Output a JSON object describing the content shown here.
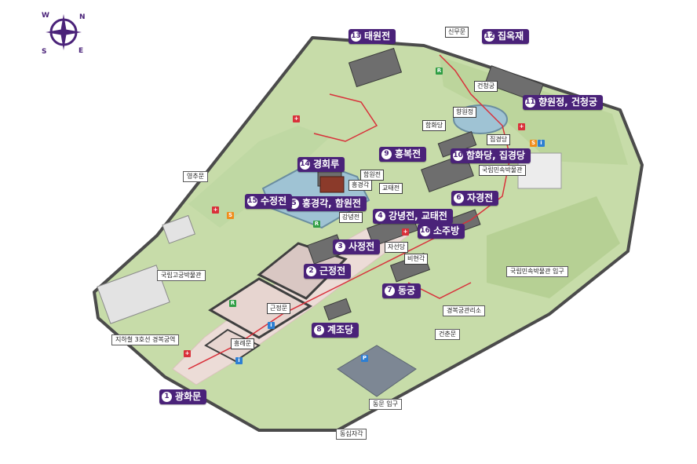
{
  "compass": {
    "icon": "compass-rose-icon",
    "directions": [
      "N",
      "E",
      "S",
      "W"
    ],
    "color": "#4a2279"
  },
  "colors": {
    "accent": "#4a2279",
    "route": "#d9303a",
    "grass": "#b9d39a",
    "path": "#efe3df",
    "wall": "#4b4b4b"
  },
  "numbered_sites": [
    {
      "num": "1",
      "name": "광화문"
    },
    {
      "num": "2",
      "name": "근정전"
    },
    {
      "num": "3",
      "name": "사정전"
    },
    {
      "num": "4",
      "name": "강녕전, 교태전"
    },
    {
      "num": "5",
      "name": "흥경각, 함원전"
    },
    {
      "num": "6",
      "name": "자경전"
    },
    {
      "num": "7",
      "name": "동궁"
    },
    {
      "num": "8",
      "name": "계조당"
    },
    {
      "num": "9",
      "name": "흥복전"
    },
    {
      "num": "10",
      "name": "함화당, 집경당"
    },
    {
      "num": "11",
      "name": "향원정, 건청궁"
    },
    {
      "num": "12",
      "name": "집옥재"
    },
    {
      "num": "13",
      "name": "태원전"
    },
    {
      "num": "14",
      "name": "경회루"
    },
    {
      "num": "15",
      "name": "수정전"
    },
    {
      "num": "16",
      "name": "소주방"
    }
  ],
  "small_labels": [
    "신무문",
    "건청궁",
    "향원정",
    "함화당",
    "집경당",
    "국립민속박물관",
    "함원전",
    "흥경각",
    "교태전",
    "강녕전",
    "자선당",
    "비현각",
    "근정문",
    "흥례문"
  ],
  "gate_labels": [
    "영추문",
    "국립고궁박물관",
    "지하철 3호선 경복궁역",
    "국립민속박물관 입구",
    "경복궁관리소",
    "건춘문",
    "동문 입구",
    "동십자각"
  ]
}
